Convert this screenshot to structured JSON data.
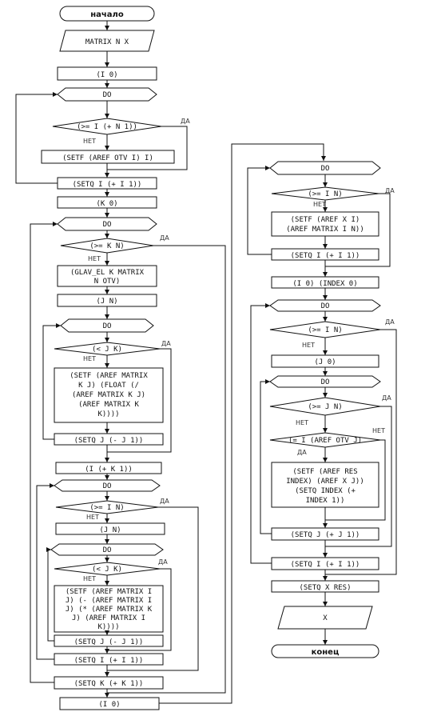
{
  "left_column": {
    "start": "начало",
    "input_matrix": "MATRIX N X",
    "init_i": "(I 0)",
    "do_1": "DO",
    "cond_1": "(>= I (+ N 1))",
    "cond_1_yes": "ДА",
    "cond_1_no": "НЕТ",
    "body_1": [
      "(SETF (AREF OTV I) I)"
    ],
    "step_1": "(SETQ I (+ I 1))",
    "init_k": "(K 0)",
    "do_2": "DO",
    "cond_2": "(>= K N)",
    "cond_2_yes": "ДА",
    "cond_2_no": "НЕТ",
    "glav_el": [
      "(GLAV_EL K MATRIX",
      "N OTV)"
    ],
    "init_j": "(J N)",
    "do_3": "DO",
    "cond_3": "(< J K)",
    "cond_3_yes": "ДА",
    "cond_3_no": "НЕТ",
    "body_3": [
      "(SETF (AREF MATRIX",
      "K J) (FLOAT (/",
      "(AREF MATRIX K J)",
      "(AREF MATRIX K",
      "K))))"
    ],
    "step_3": "(SETQ J (- J 1))",
    "init_i2": "(I (+ K 1))",
    "do_4": "DO",
    "cond_4": "(>= I N)",
    "cond_4_yes": "ДА",
    "cond_4_no": "НЕТ",
    "init_j2": "(J N)",
    "do_5": "DO",
    "cond_5": "(< J K)",
    "cond_5_yes": "ДА",
    "cond_5_no": "НЕТ",
    "body_5": [
      "(SETF (AREF MATRIX I",
      "J) (- (AREF MATRIX I",
      "J) (* (AREF MATRIX K",
      "J) (AREF MATRIX I",
      "K))))"
    ],
    "step_5": "(SETQ J (- J 1))",
    "step_4": "(SETQ I (+ I 1))",
    "step_2": "(SETQ K (+ K 1))",
    "init_i3": "(I 0)"
  },
  "right_column": {
    "do_6": "DO",
    "cond_6": "(>= I N)",
    "cond_6_yes": "ДА",
    "cond_6_no": "НЕТ",
    "body_6": [
      "(SETF (AREF X I)",
      "(AREF MATRIX I N))"
    ],
    "step_6": "(SETQ I (+ I 1))",
    "init_idx": "(I 0) (INDEX 0)",
    "do_7": "DO",
    "cond_7": "(>= I N)",
    "cond_7_yes": "ДА",
    "cond_7_no": "НЕТ",
    "init_j3": "(J 0)",
    "do_8": "DO",
    "cond_8": "(>= J N)",
    "cond_8_yes": "ДА",
    "cond_8_no": "НЕТ",
    "cond_9": "(= I (AREF OTV J)",
    "cond_9_yes": "ДА",
    "cond_9_no": "НЕТ",
    "body_9": [
      "(SETF (AREF RES",
      "INDEX) (AREF X J))",
      "(SETQ INDEX (+",
      "INDEX 1))"
    ],
    "step_8": "(SETQ J (+ J 1))",
    "step_7": "(SETQ I (+ I 1))",
    "setq_x": "(SETQ X RES)",
    "output_x": "X",
    "end": "конец"
  }
}
